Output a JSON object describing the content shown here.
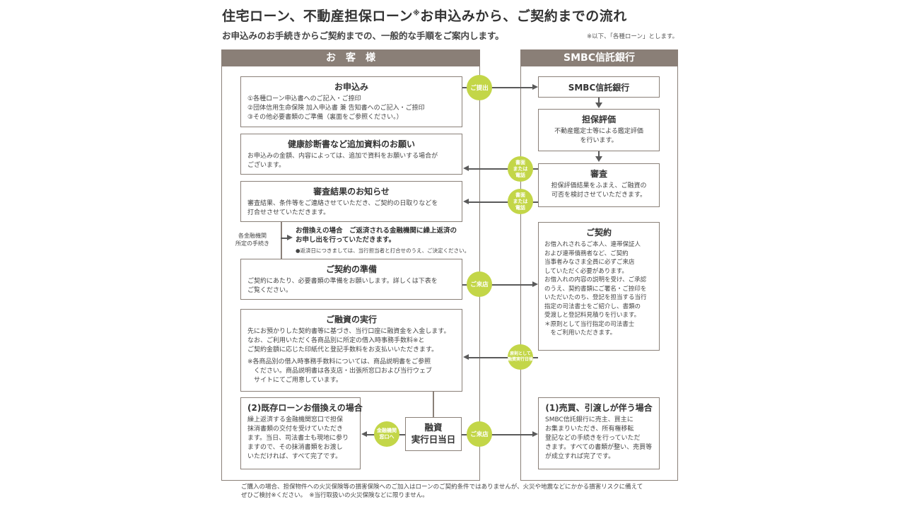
{
  "header": {
    "title": "住宅ローン、不動産担保ローン",
    "title_mark": "※",
    "title_suffix": "お申込みから、ご契約までの流れ",
    "subtitle": "お申込みのお手続きからご契約までの、一般的な手順をご案内します。",
    "note": "※以下、「各種ローン」とします。"
  },
  "customer_panel": {
    "heading": "お　客　様"
  },
  "bank_panel": {
    "heading": "SMBC信託銀行"
  },
  "customer_steps": {
    "apply": {
      "title": "お申込み",
      "body": "①各種ローン申込書へのご記入・ご捺印\n②団体信用生命保険 加入申込書 兼 告知書へのご記入・ご捺印\n③その他必要書類のご準備（裏面をご参照ください。）"
    },
    "health": {
      "title": "健康診断書など追加資料のお願い",
      "body": "お申込みの金額、内容によっては、追加で資料をお願いする場合が\nございます。"
    },
    "result": {
      "title": "審査結果のお知らせ",
      "body": "審査結果、条件等をご連絡させていただき、ご契約の日取りなどを\n打合せさせていただきます。"
    },
    "refinance_note": {
      "side_label": "各金融機関\n所定の手続き",
      "title": "お借換えの場合　ご返済される金融機関に繰上返済の\nお申し出を行っていただきます。",
      "small": "●返済日につきましては、当行担当者と打合せのうえ、ご決定ください。"
    },
    "prep": {
      "title": "ご契約の準備",
      "body": "ご契約にあたり、必要書類の準備をお願いします。詳しくは下表を\nご覧ください。"
    },
    "execution": {
      "title": "ご融資の実行",
      "body": "先にお預かりした契約書等に基づき、当行口座に融資金を入金します。\nなお、ご利用いただく各商品別に所定の借入時事務手数料※と\nご契約金額に応じた印紙代と登記手数料をお支払いいただきます。",
      "note": "※各商品別の借入時事務手数料については、商品説明書をご参照\n　ください。商品説明書は各支店・出張所窓口および当行ウェブ\n　サイトにてご用意しています。"
    },
    "existing_loan": {
      "title": "(2)既存ローンお借換えの場合",
      "body": "繰上返済する金融機関窓口で担保\n抹消書類の交付を受けていただき\nます。当日、司法書士も現地に参り\nますので、その抹消書類をお渡し\nいただければ、すべて完了です。"
    },
    "exec_day": {
      "title": "融資\n実行日当日"
    }
  },
  "bank_steps": {
    "bank": {
      "title": "SMBC信託銀行"
    },
    "appraisal": {
      "title": "担保評価",
      "body": "不動産鑑定士等による鑑定評価\nを行います。"
    },
    "review": {
      "title": "審査",
      "body": "担保評価結果をふまえ、ご融資の\n可否を検討させていただきます。"
    },
    "contract": {
      "title": "ご契約",
      "body": "お借入れされるご本人、連帯保証人\nおよび連帯債務者など、ご契約\n当事者みなさま全員に必ずご来店\nしていただく必要があります。\nお借入れの内容の説明を受け、ご承認\nのうえ、契約書類にご署名・ご捺印を\nいただいたのち、登記を担当する当行\n指定の司法書士をご紹介し、書類の\n受渡しと登記料見積りを行います。\n＊原則として当行指定の司法書士\n　をご利用いただきます。"
    },
    "sale": {
      "title": "(1)売買、引渡しが伴う場合",
      "body": "SMBC信託銀行に売主、買主に\nお集まりいただき、所有権移転\n登記などの手続きを行っていただ\nきます。すべての書類が整い、売買等\nが成立すれば完了です。"
    }
  },
  "badges": {
    "submit": "ご提出",
    "doc_or_phone_1": "書面\nまたは\n電話",
    "doc_or_phone_2": "書面\nまたは\n電話",
    "visit_1": "ご来店",
    "principle": "原則として\n融資実行日後",
    "visit_2": "ご来店",
    "fin_window": "金融機関\n窓口へ"
  },
  "colors": {
    "panel_header": "#8a7f77",
    "badge": "#c3d648",
    "border": "#8a8078"
  },
  "footer": {
    "text": "ご購入の場合、担保物件への火災保険等の損害保険へのご加入はローンのご契約条件ではありませんが、火災や地震などにかかる損害リスクに備えて\nぜひご検討※ください。　※当行取扱いの火災保険などに限りません。"
  }
}
